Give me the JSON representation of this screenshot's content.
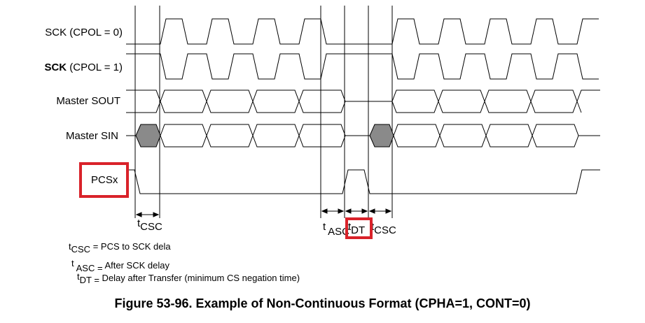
{
  "signals": [
    {
      "label": "SCK (CPOL = 0)"
    },
    {
      "label_bold": "SCK",
      "label_rest": " (CPOL = 1)"
    },
    {
      "label": "Master SOUT"
    },
    {
      "label": "Master SIN"
    },
    {
      "label": "PCSx"
    }
  ],
  "timing_labels": {
    "csc_left": {
      "t": "t",
      "sub": "CSC"
    },
    "asc": {
      "t": "t",
      "sub": "ASC"
    },
    "dt": {
      "t": "t",
      "sub": "DT"
    },
    "csc_right": {
      "t": "t",
      "sub": "CSC"
    }
  },
  "legend": [
    {
      "t": "t",
      "sub": "CSC",
      "text": " = PCS to SCK dela"
    },
    {
      "t": "t",
      "sub": "ASC =",
      "text": " After SCK delay"
    },
    {
      "t": "t",
      "sub": "DT =",
      "text": " Delay after Transfer (minimum CS negation time)"
    }
  ],
  "caption": "Figure 53-96. Example of Non-Continuous Format (CPHA=1, CONT=0)",
  "highlight_color": "#d9222a"
}
